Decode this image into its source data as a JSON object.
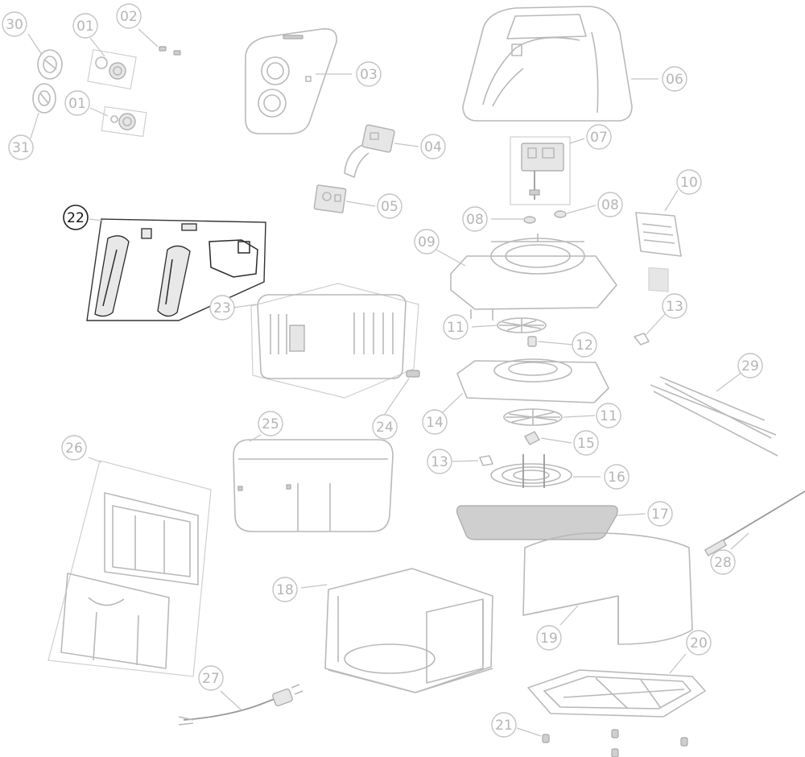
{
  "callouts": [
    {
      "id": "c30",
      "label": "30",
      "highlight": false
    },
    {
      "id": "c01a",
      "label": "01",
      "highlight": false
    },
    {
      "id": "c02",
      "label": "02",
      "highlight": false
    },
    {
      "id": "c01b",
      "label": "01",
      "highlight": false
    },
    {
      "id": "c31",
      "label": "31",
      "highlight": false
    },
    {
      "id": "c03",
      "label": "03",
      "highlight": false
    },
    {
      "id": "c06",
      "label": "06",
      "highlight": false
    },
    {
      "id": "c04",
      "label": "04",
      "highlight": false
    },
    {
      "id": "c07",
      "label": "07",
      "highlight": false
    },
    {
      "id": "c05",
      "label": "05",
      "highlight": false
    },
    {
      "id": "c22",
      "label": "22",
      "highlight": true
    },
    {
      "id": "c08a",
      "label": "08",
      "highlight": false
    },
    {
      "id": "c08b",
      "label": "08",
      "highlight": false
    },
    {
      "id": "c10",
      "label": "10",
      "highlight": false
    },
    {
      "id": "c09",
      "label": "09",
      "highlight": false
    },
    {
      "id": "c23",
      "label": "23",
      "highlight": false
    },
    {
      "id": "c13a",
      "label": "13",
      "highlight": false
    },
    {
      "id": "c11a",
      "label": "11",
      "highlight": false
    },
    {
      "id": "c12",
      "label": "12",
      "highlight": false
    },
    {
      "id": "c29",
      "label": "29",
      "highlight": false
    },
    {
      "id": "c24",
      "label": "24",
      "highlight": false
    },
    {
      "id": "c14",
      "label": "14",
      "highlight": false
    },
    {
      "id": "c11b",
      "label": "11",
      "highlight": false
    },
    {
      "id": "c25",
      "label": "25",
      "highlight": false
    },
    {
      "id": "c26",
      "label": "26",
      "highlight": false
    },
    {
      "id": "c15",
      "label": "15",
      "highlight": false
    },
    {
      "id": "c13b",
      "label": "13",
      "highlight": false
    },
    {
      "id": "c16",
      "label": "16",
      "highlight": false
    },
    {
      "id": "c17",
      "label": "17",
      "highlight": false
    },
    {
      "id": "c28",
      "label": "28",
      "highlight": false
    },
    {
      "id": "c18",
      "label": "18",
      "highlight": false
    },
    {
      "id": "c19",
      "label": "19",
      "highlight": false
    },
    {
      "id": "c20",
      "label": "20",
      "highlight": false
    },
    {
      "id": "c27",
      "label": "27",
      "highlight": false
    },
    {
      "id": "c21",
      "label": "21",
      "highlight": false
    }
  ],
  "colors": {
    "line": "#b9b9b9",
    "callout_text": "#b5b5b5",
    "highlight": "#111111",
    "background": "#ffffff"
  }
}
